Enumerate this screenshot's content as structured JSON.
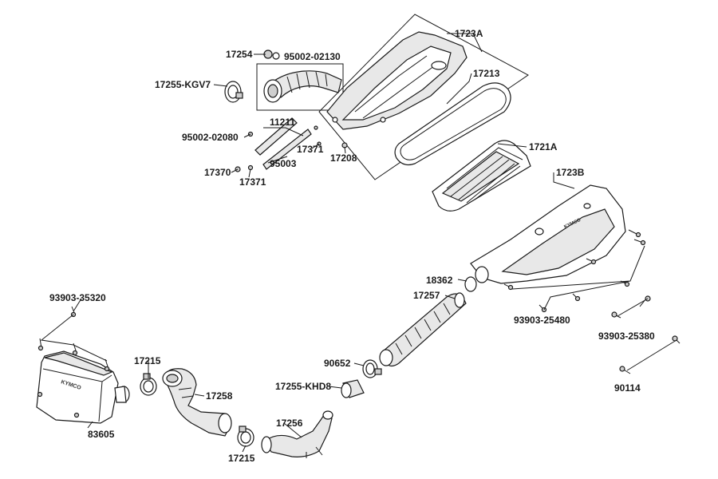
{
  "labels": {
    "p1723A": "1723A",
    "p17213": "17213",
    "p17254": "17254",
    "p95002_02130": "95002-02130",
    "p17255_KGV7": "17255-KGV7",
    "p11211": "11211",
    "p95002_02080": "95002-02080",
    "p17371a": "17371",
    "p17208": "17208",
    "p95003": "95003",
    "p17370": "17370",
    "p17371b": "17371",
    "p1721A": "1721A",
    "p1723B": "1723B",
    "p18362": "18362",
    "p17257": "17257",
    "p93903_35320": "93903-35320",
    "p93903_25480": "93903-25480",
    "p93903_25380": "93903-25380",
    "p90114": "90114",
    "p90652": "90652",
    "p17255_KHD8": "17255-KHD8",
    "p17215a": "17215",
    "p17258": "17258",
    "p17256": "17256",
    "p17215b": "17215",
    "p83605": "83605"
  },
  "embossed_text": {
    "air_box_logo": "KYMCO",
    "resonator_logo": "KYMCO"
  }
}
